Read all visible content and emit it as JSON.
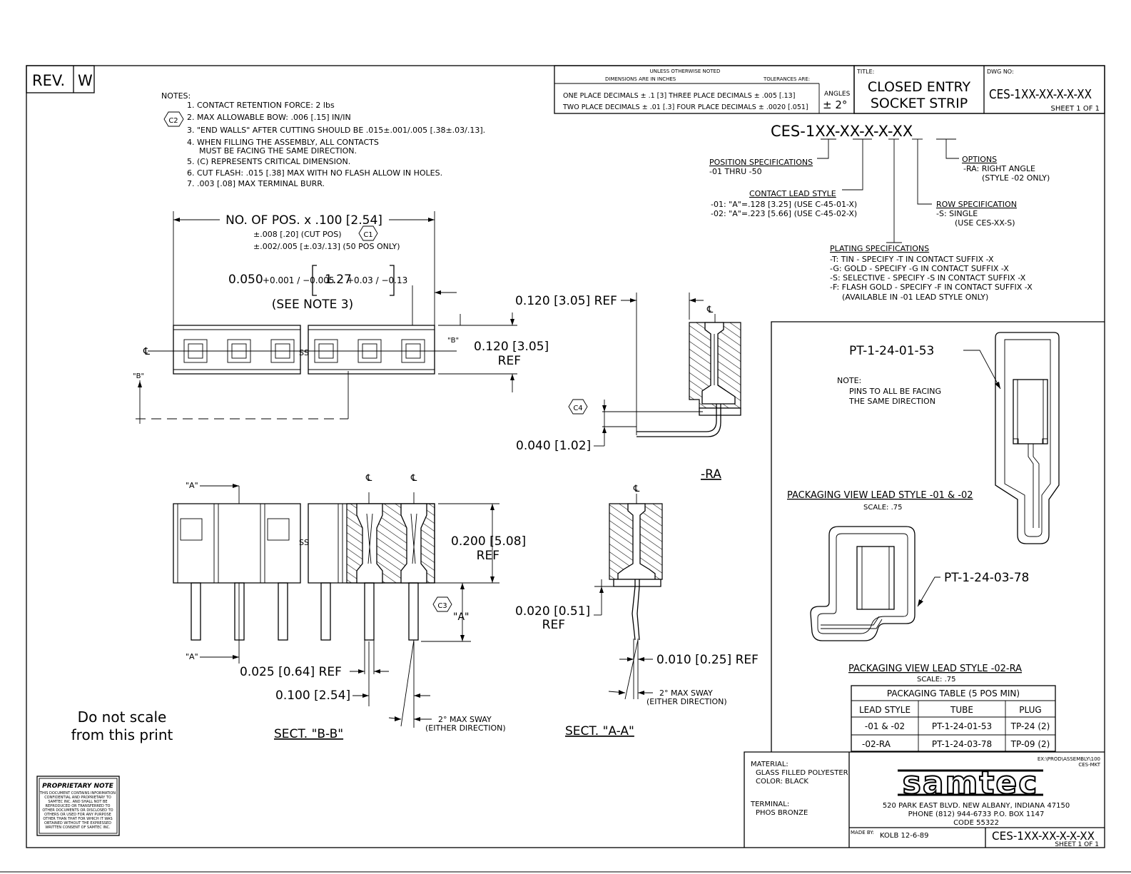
{
  "rev": {
    "label": "REV.",
    "value": "W"
  },
  "tolerance": {
    "heading": "UNLESS OTHERWISE NOTED",
    "dims": "DIMENSIONS ARE IN INCHES",
    "tol": "TOLERANCES ARE:",
    "row1": "ONE PLACE DECIMALS ± .1 [3]    THREE PLACE DECIMALS ± .005 [.13]",
    "row2": "TWO PLACE DECIMALS ± .01 [.3]  FOUR PLACE DECIMALS ± .0020 [.051]",
    "angles_label": "ANGLES",
    "angles_value": "± 2°"
  },
  "title_block": {
    "title_label": "TITLE:",
    "title_line1": "CLOSED ENTRY",
    "title_line2": "SOCKET STRIP",
    "dwg_label": "DWG NO:",
    "dwg_no": "CES-1XX-XX-X-X-XX",
    "sheet": "SHEET 1 OF 1"
  },
  "notes": {
    "heading": "NOTES:",
    "items": [
      "1. CONTACT RETENTION FORCE: 2 lbs",
      "2. MAX ALLOWABLE BOW: .006 [.15] IN/IN",
      "3. \"END WALLS\" AFTER CUTTING SHOULD BE .015±.001/.005 [.38±.03/.13].",
      "4. WHEN FILLING THE ASSEMBLY, ALL CONTACTS",
      "MUST BE FACING THE SAME DIRECTION.",
      "5. (C) REPRESENTS CRITICAL DIMENSION.",
      "6. CUT FLASH: .015 [.38] MAX WITH NO FLASH ALLOW IN HOLES.",
      "7. .003 [.08] MAX TERMINAL BURR."
    ]
  },
  "part_number": {
    "code": "CES-1XX-XX-X-X-XX",
    "position_title": "POSITION SPECIFICATIONS",
    "position_value": "-01 THRU -50",
    "options_title": "OPTIONS",
    "options_1": "-RA: RIGHT ANGLE",
    "options_2": "(STYLE -02 ONLY)",
    "contact_title": "CONTACT LEAD STYLE",
    "contact_1": "-01: \"A\"=.128 [3.25] (USE C-45-01-X)",
    "contact_2": "-02: \"A\"=.223 [5.66] (USE C-45-02-X)",
    "row_title": "ROW SPECIFICATION",
    "row_1": "-S: SINGLE",
    "row_2": "(USE CES-XX-S)",
    "plating_title": "PLATING SPECIFICATIONS",
    "plating_1": "-T: TIN - SPECIFY -T IN CONTACT SUFFIX -X",
    "plating_2": "-G: GOLD - SPECIFY -G IN CONTACT SUFFIX -X",
    "plating_3": "-S: SELECTIVE - SPECIFY -S IN CONTACT SUFFIX -X",
    "plating_4": "-F: FLASH GOLD - SPECIFY -F IN CONTACT SUFFIX -X",
    "plating_5": "(AVAILABLE IN -01 LEAD STYLE ONLY)"
  },
  "dims": {
    "pos_pitch": "NO. OF POS. x .100 [2.54]",
    "pos_tol_1": "±.008 [.20] (CUT POS)",
    "pos_tol_2": "±.002/.005 [±.03/.13] (50 POS ONLY)",
    "endwall_a": "0.050",
    "endwall_a_tol": "+0.001 / −0.005",
    "endwall_b": "1.27",
    "endwall_b_tol": "+0.03 / −0.13",
    "see_note": "(SEE NOTE 3)",
    "ref_0120_top": "0.120 [3.05] REF",
    "ref_0120": "0.120 [3.05]",
    "ref_word": "REF",
    "ref_0040": "0.040 [1.02]",
    "ra_label": "-RA",
    "ref_0200": "0.200 [5.08]",
    "ref_0020": "0.020 [0.51]",
    "ref_0010": "0.010 [0.25] REF",
    "ref_0025": "0.025 [0.64] REF",
    "ref_0100": "0.100 [2.54]",
    "sway_1": "2° MAX SWAY",
    "sway_2": "(EITHER DIRECTION)",
    "sect_bb": "SECT. \"B-B\"",
    "sect_aa": "SECT. \"A-A\"",
    "label_a": "\"A\"",
    "label_b": "\"B\"",
    "cl": "℄",
    "ss": "SS",
    "c1": "C1",
    "c2": "C2",
    "c3": "C3",
    "c4": "C4"
  },
  "do_not_scale": [
    "Do not scale",
    "from this print"
  ],
  "packaging": {
    "tube1": "PT-1-24-01-53",
    "note_title": "NOTE:",
    "note_1": "PINS TO ALL BE FACING",
    "note_2": "THE SAME DIRECTION",
    "view1_title": "PACKAGING VIEW LEAD STYLE -01 & -02",
    "view1_scale": "SCALE: .75",
    "tube2": "PT-1-24-03-78",
    "view2_title": "PACKAGING VIEW LEAD STYLE -02-RA",
    "view2_scale": "SCALE: .75",
    "table_title": "PACKAGING TABLE (5 POS MIN)",
    "table_headers": [
      "LEAD STYLE",
      "TUBE",
      "PLUG"
    ],
    "table_rows": [
      [
        "-01 & -02",
        "PT-1-24-01-53",
        "TP-24 (2)"
      ],
      [
        "-02-RA",
        "PT-1-24-03-78",
        "TP-09 (2)"
      ]
    ]
  },
  "material": {
    "label": "MATERIAL:",
    "line1": "GLASS FILLED POLYESTER",
    "line2": "COLOR: BLACK",
    "terminal_label": "TERMINAL:",
    "terminal_value": "PHOS BRONZE"
  },
  "company": {
    "path1": "EX:\\PROD\\ASSEMBLY\\100",
    "path2": "CES-MKT",
    "logo": "samtec",
    "address1": "520 PARK EAST BLVD.  NEW ALBANY, INDIANA 47150",
    "address2": "PHONE (812) 944-6733  P.O. BOX 1147",
    "address3": "CODE 55322",
    "made_by_label": "MADE BY:",
    "made_by": "KOLB 12-6-89",
    "dwg_no": "CES-1XX-XX-X-X-XX",
    "sheet": "SHEET 1 OF 1"
  },
  "proprietary": {
    "title": "PROPRIETARY NOTE",
    "lines": [
      "THIS DOCUMENT CONTAINS INFORMATION",
      "CONFIDENTIAL AND PROPRIETARY TO",
      "SAMTEC INC. AND SHALL NOT BE",
      "REPRODUCED OR TRANSFERRED TO",
      "OTHER DOCUMENTS OR DISCLOSED TO",
      "OTHERS OR USED FOR ANY PURPOSE",
      "OTHER THAN THAT FOR WHICH IT WAS",
      "OBTAINED WITHOUT THE EXPRESSED",
      "WRITTEN CONSENT OF SAMTEC INC."
    ]
  }
}
